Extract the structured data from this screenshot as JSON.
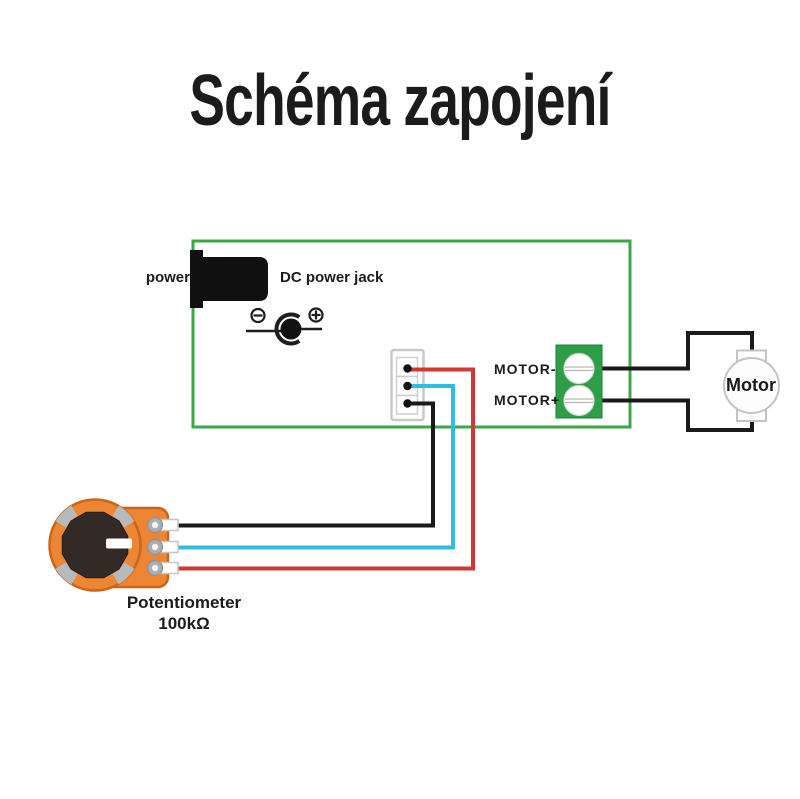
{
  "title": "Schéma zapojení",
  "board": {
    "power_label": "power",
    "jack_label": "DC power jack",
    "motor_minus_label": "MOTOR-",
    "motor_plus_label": "MOTOR+"
  },
  "motor": {
    "label": "Motor"
  },
  "potentiometer": {
    "label": "Potentiometer",
    "value": "100kΩ"
  },
  "icons": {
    "polarity": "center-positive-polarity-icon",
    "connector": "3-pin-connector",
    "terminal_block": "2-screw-terminal-block"
  },
  "colors": {
    "board_outline": "#3fa648",
    "terminal_block": "#2e9e47",
    "wire_red": "#d23733",
    "wire_cyan": "#2fbcdf",
    "wire_black": "#1a1a1a",
    "pot_body": "#ed8533",
    "pot_edge": "#c8661e",
    "knob": "#332a25"
  }
}
